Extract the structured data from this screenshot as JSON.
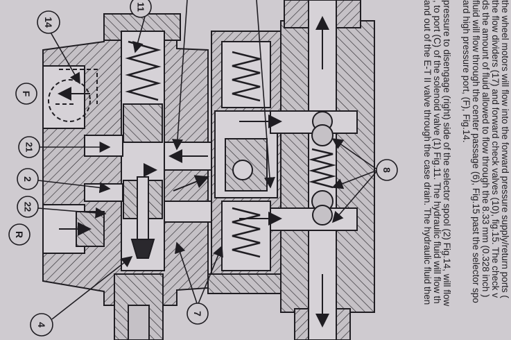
{
  "callouts": {
    "c14": "14",
    "c11": "11",
    "cF": "F",
    "c21": "21",
    "c2": "2",
    "c22": "22",
    "cR": "R",
    "c4": "4",
    "c7": "7",
    "c8": "8"
  },
  "text_lines": [
    "the wheel motors will flow into the forward pressure supply/return ports (",
    "the flow dividers (17) and forward check valves (10), fig.15. The check v",
    "ds the amount of fluid allowed to flow through the 8.33 mm (0.328 inch )",
    "fluid will flow through the center passage (6), Fig.15 past the selector spo",
    "ard high pressure port, (F), Fig.14.",
    "pressure to disengage (right) side of the selector spool (2) Fig.14, will flow",
    ", to port (C) of the solenoid valve (1) Fig.11. The hydraulic fluid will flow th",
    "and out of the E-T II valve through the case drain. The hydraulic fluid then"
  ],
  "colors": {
    "paper": "#cfcbd0",
    "ink": "#1f1d22",
    "body_fill": "#bfbbc0"
  }
}
